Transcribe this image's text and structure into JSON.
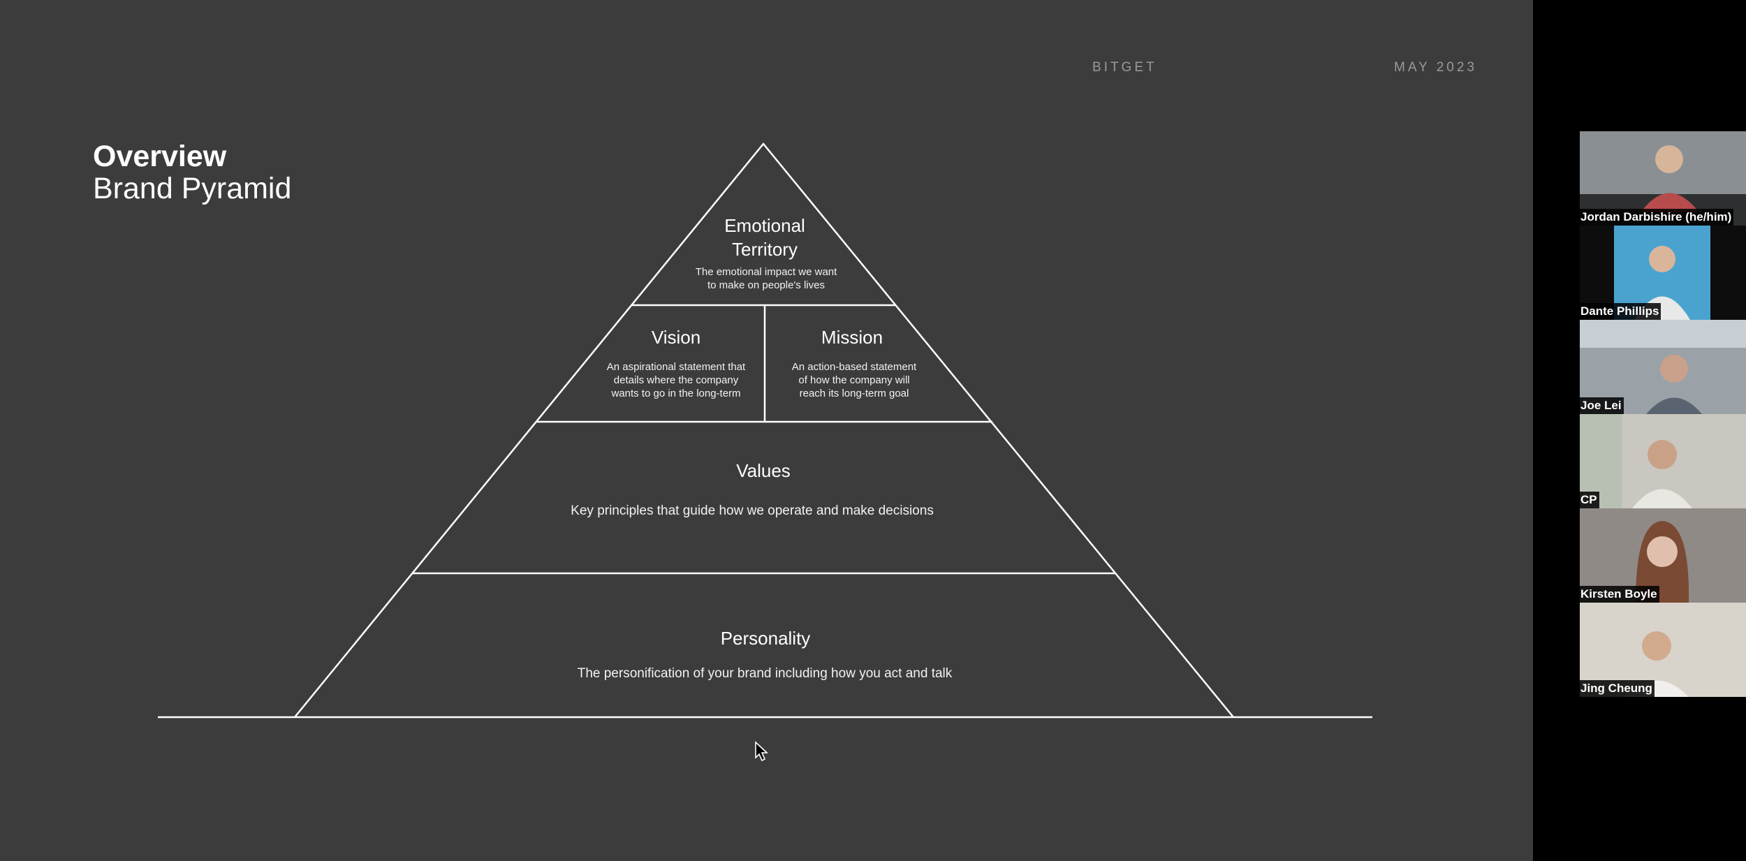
{
  "slide": {
    "header_company": "BITGET",
    "header_date": "MAY 2023",
    "title": "Overview",
    "subtitle": "Brand Pyramid"
  },
  "pyramid": {
    "emotional": {
      "title_line1": "Emotional",
      "title_line2": "Territory",
      "desc": "The emotional impact we want\nto make on people's lives"
    },
    "vision": {
      "title": "Vision",
      "desc": "An aspirational statement that\ndetails where the company\nwants to go in the long-term"
    },
    "mission": {
      "title": "Mission",
      "desc": "An action-based statement\nof how the company will\nreach its long-term goal"
    },
    "values": {
      "title": "Values",
      "desc": "Key principles that guide how we operate and make decisions"
    },
    "personality": {
      "title": "Personality",
      "desc": "The personification of your brand including how you act and talk"
    }
  },
  "participants": [
    {
      "name": "Jordan Darbishire (he/him)",
      "bg": "#8a8f93"
    },
    {
      "name": "Dante Phillips",
      "bg": "#4aa3cf"
    },
    {
      "name": "Joe Lei",
      "bg": "#9aa2a8"
    },
    {
      "name": "CP",
      "bg": "#c9c7bf"
    },
    {
      "name": "Kirsten Boyle",
      "bg": "#8f8a86"
    },
    {
      "name": "Jing Cheung",
      "bg": "#d8d4cc"
    }
  ],
  "colors": {
    "slide_bg": "#3c3c3c",
    "line": "#ffffff",
    "header_text": "#9a9a9a",
    "panel_bg": "#000000"
  },
  "icons": {
    "cursor": "mouse-pointer-icon",
    "avatar": "person-video-icon"
  }
}
